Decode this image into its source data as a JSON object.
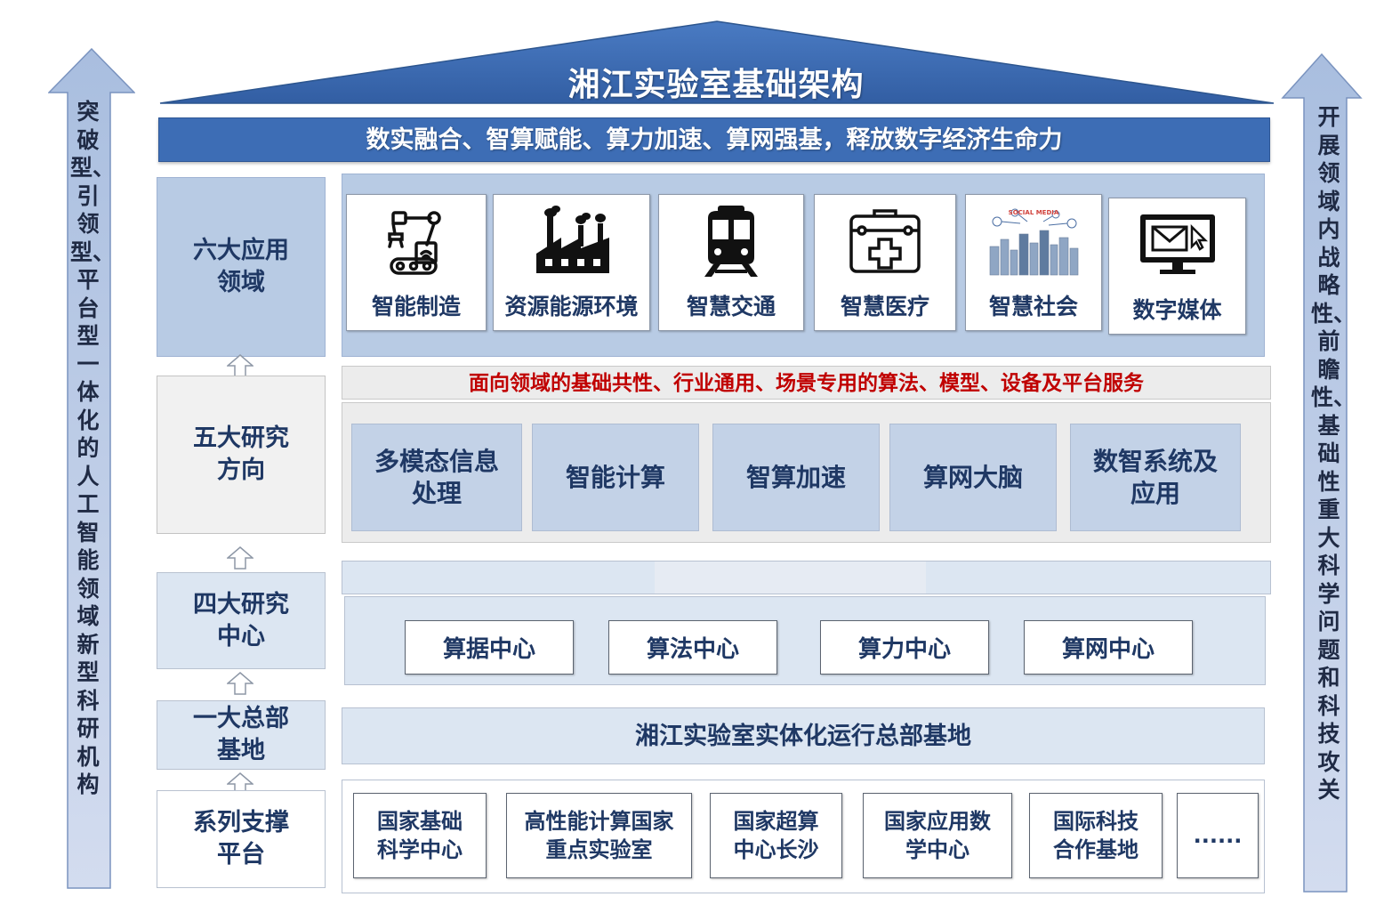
{
  "title": "湘江实验室基础架构",
  "slogan": "数实融合、智算赋能、算力加速、算网强基，释放数字经济生命力",
  "left_side_text": "突破型、引领型、平台型一体化的人工智能领域新型科研机构",
  "right_side_text": "开展领域内战略性、前瞻性、基础性重大科学问题和科技攻关",
  "levels": {
    "apps": "六大应用领域",
    "directions": "五大研究方向",
    "centers": "四大研究中心",
    "hq": "一大总部基地",
    "platforms": "系列支撑平台"
  },
  "applications": [
    {
      "label": "智能制造",
      "icon": "robot-arm-icon"
    },
    {
      "label": "资源能源环境",
      "icon": "factory-icon"
    },
    {
      "label": "智慧交通",
      "icon": "train-icon"
    },
    {
      "label": "智慧医疗",
      "icon": "medical-kit-icon"
    },
    {
      "label": "智慧社会",
      "icon": "smart-city-icon",
      "icon_text": "SOCIAL MEDIA"
    },
    {
      "label": "数字媒体",
      "icon": "monitor-mail-icon"
    }
  ],
  "services": "面向领域的基础共性、行业通用、场景专用的算法、模型、设备及平台服务",
  "directions": [
    "多模态信息处理",
    "智能计算",
    "智算加速",
    "算网大脑",
    "数智系统及应用"
  ],
  "centers": [
    "算据中心",
    "算法中心",
    "算力中心",
    "算网中心"
  ],
  "hq": "湘江实验室实体化运行总部基地",
  "platforms": [
    "国家基础科学中心",
    "高性能计算国家重点实验室",
    "国家超算中心长沙",
    "国家应用数学中心",
    "国际科技合作基地",
    "......"
  ],
  "colors": {
    "primary": "#3d6db5",
    "dark_text": "#1f3864",
    "light_panel": "#dce6f2",
    "mid_panel": "#c3d2e7",
    "accent_red": "#c00000",
    "side_arrow": "#c8d4ea"
  }
}
